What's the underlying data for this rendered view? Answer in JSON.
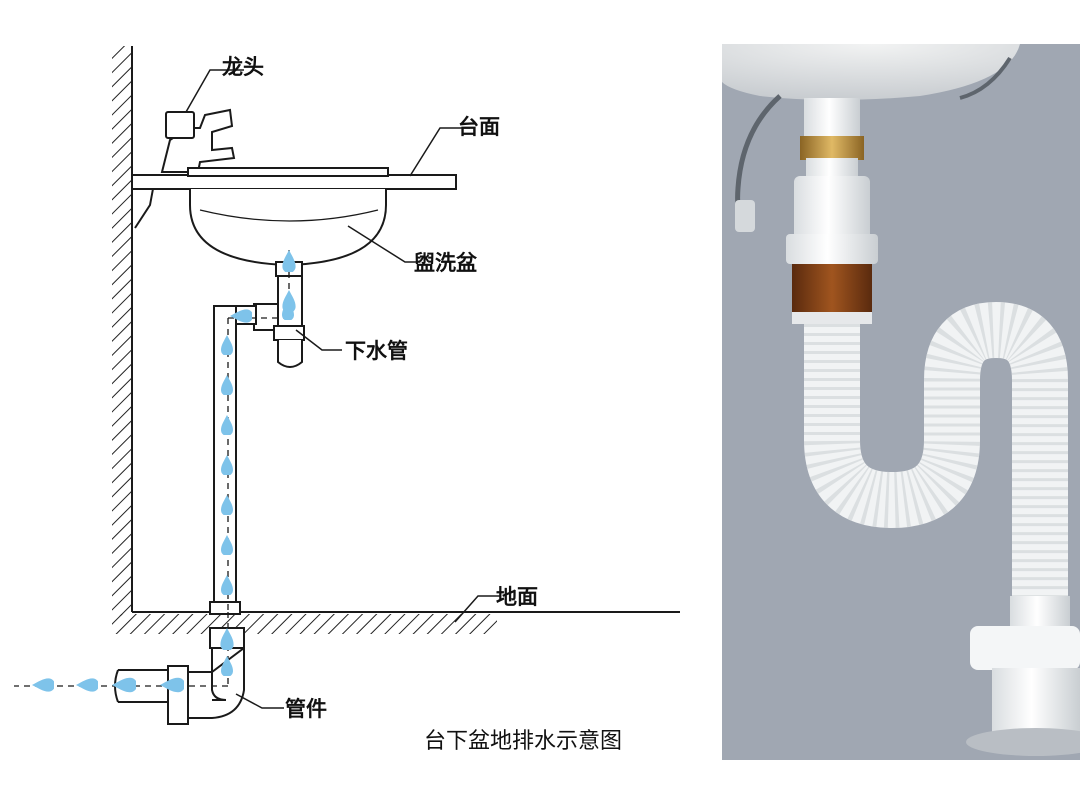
{
  "labels": {
    "faucet": "龙头",
    "countertop": "台面",
    "basin": "盥洗盆",
    "drain_pipe": "下水管",
    "floor": "地面",
    "fitting": "管件"
  },
  "caption": "台下盆地排水示意图",
  "colors": {
    "water": "#7ec3ea",
    "line": "#1a1a1a",
    "photo_wall": "#9ba3ae",
    "pipe_white": "#f4f6f7",
    "brass": "#b58a3c",
    "amber": "#7a3f18"
  }
}
